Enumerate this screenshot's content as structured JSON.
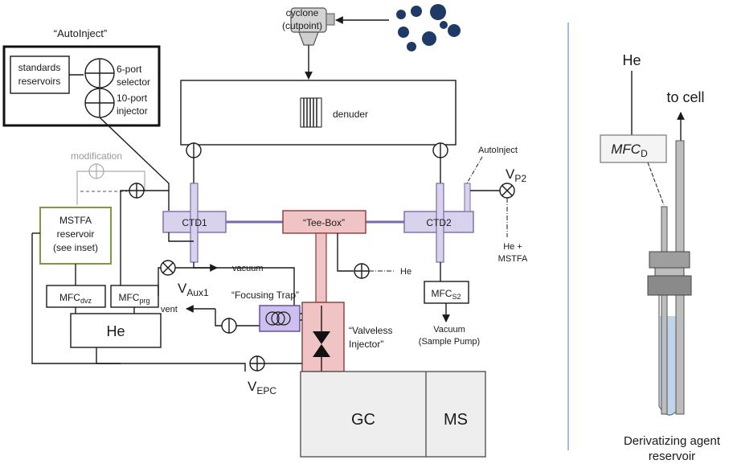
{
  "labels": {
    "cyclone": "cyclone",
    "cutpoint": "(cutpoint)",
    "autoinject_title": "“AutoInject”",
    "standards_1": "standards",
    "standards_2": "reservoirs",
    "selector_1": "6-port",
    "selector_2": "selector",
    "injector_1": "10-port",
    "injector_2": "injector",
    "denuder": "denuder",
    "modification": "modification",
    "autoinject_small": "AutoInject",
    "v_p2_main": "V",
    "v_p2_sub": "P2",
    "ctd1": "CTD1",
    "ctd2": "CTD2",
    "teebox": "“Tee-Box”",
    "mstfa_1": "MSTFA",
    "mstfa_2": "reservoir",
    "mstfa_3": "(see inset)",
    "vacuum": "vacuum",
    "he_right": "He",
    "he_mstfa_1": "He +",
    "he_mstfa_2": "MSTFA",
    "mfc_dvz_main": "MFC",
    "mfc_dvz_sub": "dvz",
    "mfc_prg_main": "MFC",
    "mfc_prg_sub": "prg",
    "v_aux1_main": "V",
    "v_aux1_sub": "Aux1",
    "vent": "vent",
    "focusing_trap": "“Focusing Trap”",
    "mfc_s2_main": "MFC",
    "mfc_s2_sub": "S2",
    "he_box": "He",
    "valveless_1": "“Valveless",
    "valveless_2": "Injector”",
    "vacuum_pump_1": "Vacuum",
    "vacuum_pump_2": "(Sample Pump)",
    "v_epc_main": "V",
    "v_epc_sub": "EPC",
    "gc": "GC",
    "ms": "MS",
    "inset_he": "He",
    "inset_to_cell": "to cell",
    "inset_mfc_main": "MFC",
    "inset_mfc_sub": "D",
    "inset_caption_1": "Derivatizing agent",
    "inset_caption_2": "reservoir"
  },
  "colors": {
    "ctd_fill": "#d9d2ec",
    "ctd_stroke": "#7a6aa8",
    "teebox_fill": "#f0c4c4",
    "teebox_stroke": "#8a3a3a",
    "focus_fill": "#cdbfee",
    "particles": "#1f3a66",
    "mstfa_border": "#7f9a3a",
    "liquid": "#c2d3ec",
    "gc_fill": "#eeeeee",
    "divider": "#8aa9cf"
  }
}
